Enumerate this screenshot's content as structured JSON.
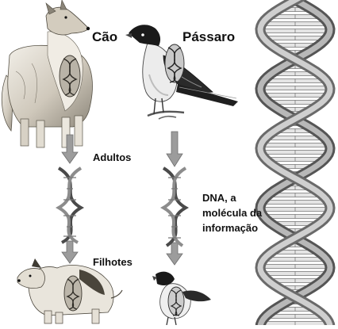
{
  "labels": {
    "dog": "Cão",
    "bird": "Pássaro",
    "adults": "Adultos",
    "offspring": "Filhotes",
    "dna_line1": "DNA, a",
    "dna_line2": "molécula da",
    "dna_line3": "informação"
  },
  "colors": {
    "ink": "#111111",
    "fur": "#d9d3c8",
    "fur_shade": "#8a8478",
    "helix": "#9a9a9a",
    "helix_dark": "#555555",
    "arrow": "#9c9c9c",
    "bird_head": "#1a1a1a",
    "bird_belly": "#ececec"
  },
  "icons": [
    "dog-adult-illustration",
    "bird-adult-illustration",
    "puppy-illustration",
    "chick-illustration",
    "dna-double-helix-icon",
    "down-arrow-icon"
  ]
}
